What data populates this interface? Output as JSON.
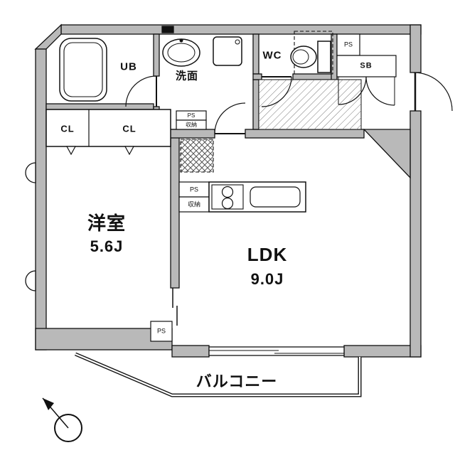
{
  "meta": {
    "type": "apartment-floor-plan"
  },
  "colors": {
    "wall_fill": "#b9b9b9",
    "line": "#111111",
    "background": "#ffffff"
  },
  "rooms": {
    "western": {
      "label": "洋室",
      "size": "5.6J"
    },
    "ldk": {
      "label": "LDK",
      "size": "9.0J"
    },
    "balcony": {
      "label": "バルコニー"
    },
    "unit_bath": {
      "label": "UB"
    },
    "washroom": {
      "label": "洗面"
    },
    "wc": {
      "label": "WC"
    }
  },
  "storage": {
    "closet_left": "CL",
    "closet_right": "CL",
    "shoe_box": "SB",
    "washroom_storage": "収納",
    "kitchen_storage": "収納"
  },
  "pipe_space": {
    "top_right": "PS",
    "washroom_side": "PS",
    "kitchen_side": "PS",
    "bedroom_side": "PS"
  }
}
